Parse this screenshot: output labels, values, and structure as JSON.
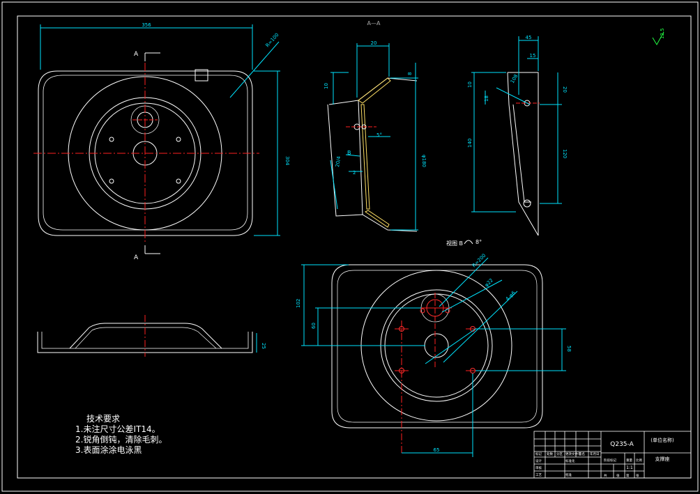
{
  "section_label": "A—A",
  "section_marks": [
    "A",
    "A"
  ],
  "view_b_label": "视图 B",
  "view_b_angle": "8°",
  "roughness": "12.5",
  "dims": {
    "top_width": "356",
    "top_corner_r": "R=100",
    "top_height": "304",
    "side_height": "25",
    "sec_top": "20",
    "sec_small": "8",
    "sec_left": "10",
    "sec_bottom": "20/4",
    "sec_angle": "5°",
    "sec_dia": "φ180",
    "sec_b": "B",
    "sec_2": "2",
    "r_top": "45",
    "r_15": "15",
    "r_angle": "108",
    "r_18": "18",
    "r_10": "10",
    "r_left": "140",
    "r_20": "20",
    "r_120": "120",
    "bv_r": "R=200",
    "bv_d1": "φ22",
    "bv_d2": "4-φ6",
    "bv_h1": "102",
    "bv_h2": "60",
    "bv_w": "65",
    "bv_r58": "58"
  },
  "tech_req": {
    "title": "技术要求",
    "items": [
      "1.未注尺寸公差IT14。",
      "2.锐角倒钝，清除毛刺。",
      "3.表面涂涂电泳黑"
    ]
  },
  "title_block": {
    "material": "Q235-A",
    "unit": "(单位名称)",
    "part_name": "支撑座",
    "scale": "1:1",
    "labels": [
      "标记",
      "处数",
      "分区",
      "更改文件号",
      "签名",
      "年月日",
      "设计",
      "标准化",
      "阶段标记",
      "重量",
      "比例",
      "审核",
      "工艺",
      "批准",
      "共",
      "张",
      "第",
      "张"
    ]
  }
}
